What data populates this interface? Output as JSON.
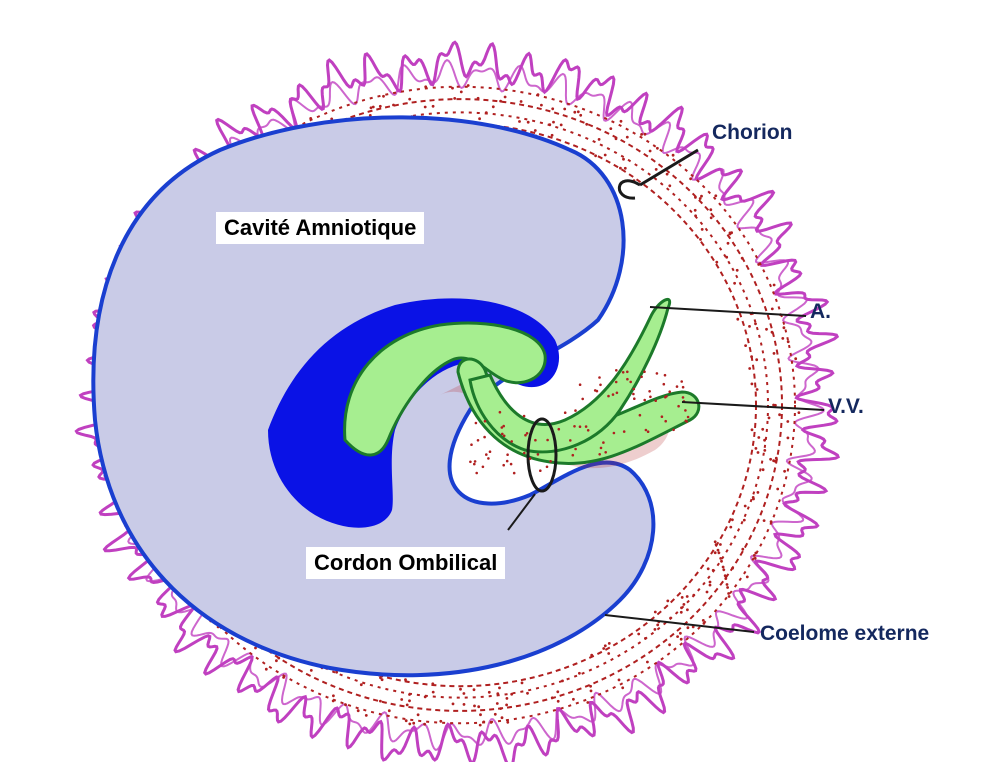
{
  "labels": {
    "amniotic_cavity": "Cavité Amniotique",
    "umbilical_cord": "Cordon Ombilical",
    "chorion": "Chorion",
    "artery": "A.",
    "vitelline_vessels": "V.V.",
    "external_coelom": "Coelome externe"
  },
  "colors": {
    "background": "#ffffff",
    "chorion_villi": "#c040c0",
    "mesoderm_dots": "#b02020",
    "amniotic_cavity_fill": "#c9cbe7",
    "amnion_outline": "#1a3fd0",
    "embryo_dark": "#0a12e6",
    "embryo_green": "#a6ee90",
    "embryo_green_outline": "#1c7a2a",
    "label_text_side": "#14285e",
    "label_text_inner": "#000000",
    "arrow_line": "#1a1a1a"
  }
}
